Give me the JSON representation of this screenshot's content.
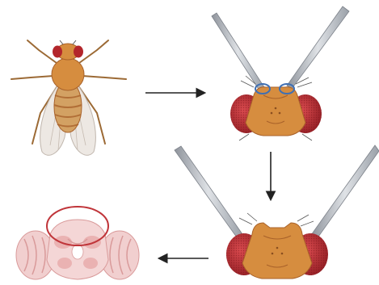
{
  "figure": {
    "panels": [
      {
        "id": "fly",
        "icon": "fruit-fly-icon"
      },
      {
        "id": "head-forceps-grip",
        "icon": "fly-head-with-forceps-icon"
      },
      {
        "id": "head-cuticle-removal",
        "icon": "fly-head-with-forceps-icon"
      },
      {
        "id": "dissected-brain",
        "icon": "brain-icon"
      }
    ],
    "arrows": [
      {
        "from": "fly",
        "to": "head-forceps-grip",
        "direction": "right"
      },
      {
        "from": "head-forceps-grip",
        "to": "head-cuticle-removal",
        "direction": "down"
      },
      {
        "from": "head-cuticle-removal",
        "to": "dissected-brain",
        "direction": "left"
      }
    ],
    "colors": {
      "body": "#d68d3f",
      "body_dark": "#a9622a",
      "eye": "#b3262b",
      "wing": "#ece6e0",
      "forceps": "#b8bcc4",
      "grip_ring": "#3f6fb3",
      "brain": "#f1cfcf",
      "brain_dark": "#d99a9a",
      "highlight_ring": "#c0353a",
      "arrow": "#222222"
    }
  }
}
